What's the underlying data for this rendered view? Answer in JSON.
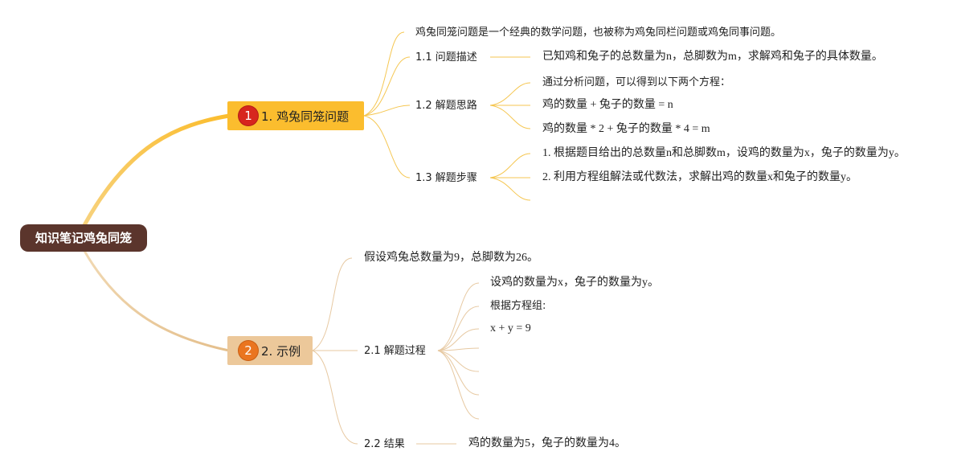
{
  "root": {
    "label": "知识笔记鸡兔同笼"
  },
  "branches": [
    {
      "badge": "1",
      "label": "1. 鸡兔同笼问题",
      "intro": "鸡兔同笼问题是一个经典的数学问题，也被称为鸡兔同栏问题或鸡兔同事问题。",
      "sub": [
        {
          "label": "1.1 问题描述",
          "items": [
            "已知鸡和兔子的总数量为n，总脚数为m，求解鸡和兔子的具体数量。"
          ]
        },
        {
          "label": "1.2 解题思路",
          "items": [
            "通过分析问题，可以得到以下两个方程：",
            "鸡的数量 + 兔子的数量 = n",
            "鸡的数量 * 2 + 兔子的数量 * 4 = m"
          ]
        },
        {
          "label": "1.3 解题步骤",
          "items": [
            "1. 根据题目给出的总数量n和总脚数m，设鸡的数量为x，兔子的数量为y。",
            "2. 利用方程组解法或代数法，求解出鸡的数量x和兔子的数量y。"
          ]
        }
      ]
    },
    {
      "badge": "2",
      "label": "2. 示例",
      "intro": "假设鸡兔总数量为9，总脚数为26。",
      "sub": [
        {
          "label": "2.1 解题过程",
          "items": [
            "设鸡的数量为x，兔子的数量为y。",
            "根据方程组:",
            "x + y = 9"
          ]
        },
        {
          "label": "2.2 结果",
          "items": [
            "鸡的数量为5，兔子的数量为4。"
          ]
        }
      ]
    }
  ],
  "colors": {
    "root_bg": "#5b352c",
    "branch1": "#fbbd2e",
    "branch2": "#ecc89a",
    "line1": "#f5c650",
    "line2": "#e7c9a2",
    "badge1": "#d7261e",
    "badge2": "#ea7520"
  }
}
